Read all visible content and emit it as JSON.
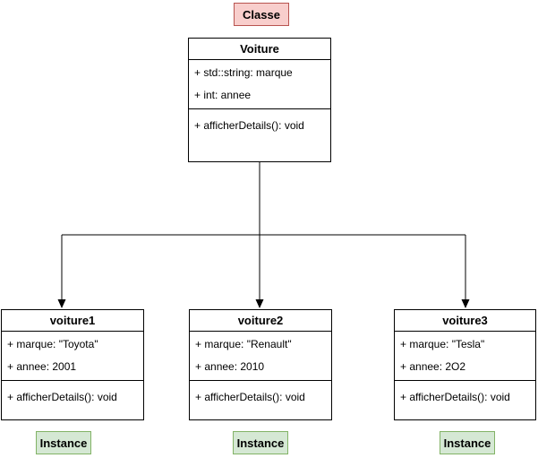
{
  "diagram": {
    "class_label": "Classe",
    "instance_label": "Instance",
    "colors": {
      "class_label_fill": "#f8cecc",
      "class_label_border": "#b85450",
      "instance_label_fill": "#d5e8d4",
      "instance_label_border": "#82b366",
      "box_fill": "#ffffff",
      "box_border": "#000000",
      "line_color": "#000000"
    },
    "class_box": {
      "title": "Voiture",
      "attributes": [
        "+ std::string: marque",
        "+ int: annee"
      ],
      "methods": [
        "+ afficherDetails(): void"
      ]
    },
    "instances": [
      {
        "title": "voiture1",
        "attributes": [
          "+ marque: \"Toyota\"",
          "+ annee: 2001"
        ],
        "methods": [
          "+ afficherDetails(): void"
        ],
        "label": "Instance"
      },
      {
        "title": "voiture2",
        "attributes": [
          "+ marque: \"Renault\"",
          "+ annee: 2010"
        ],
        "methods": [
          "+ afficherDetails(): void"
        ],
        "label": "Instance"
      },
      {
        "title": "voiture3",
        "attributes": [
          "+ marque: \"Tesla\"",
          "+ annee: 2O2"
        ],
        "methods": [
          "+ afficherDetails(): void"
        ],
        "label": "Instance"
      }
    ],
    "edges": [
      {
        "from": "Voiture",
        "to": "voiture1"
      },
      {
        "from": "Voiture",
        "to": "voiture2"
      },
      {
        "from": "Voiture",
        "to": "voiture3"
      }
    ]
  }
}
